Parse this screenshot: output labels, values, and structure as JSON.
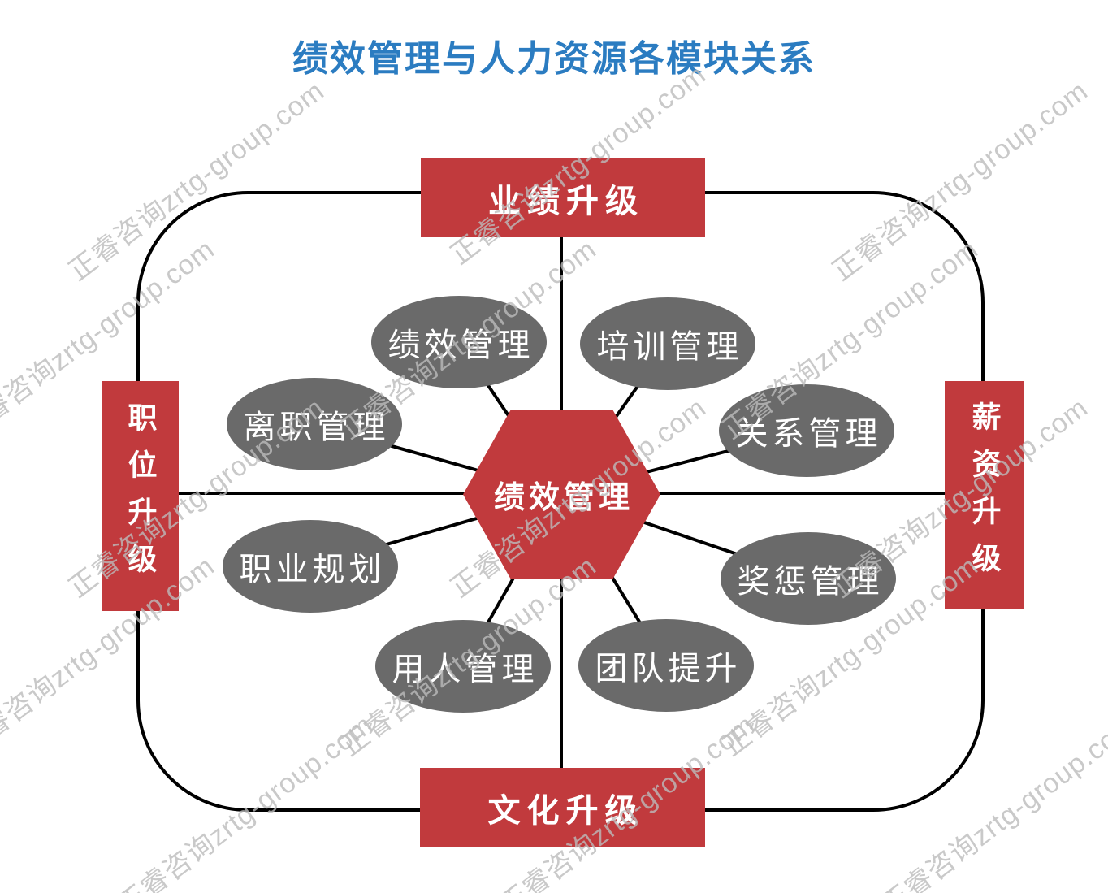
{
  "title": "绩效管理与人力资源各模块关系",
  "center_node": {
    "label": "绩效管理"
  },
  "modules": [
    {
      "label": "绩效管理"
    },
    {
      "label": "培训管理"
    },
    {
      "label": "离职管理"
    },
    {
      "label": "关系管理"
    },
    {
      "label": "职业规划"
    },
    {
      "label": "奖惩管理"
    },
    {
      "label": "用人管理"
    },
    {
      "label": "团队提升"
    }
  ],
  "upgrades": {
    "top": {
      "label": "业绩升级"
    },
    "bottom": {
      "label": "文化升级"
    },
    "left": {
      "label": "职位升级"
    },
    "right": {
      "label": "薪资升级"
    }
  },
  "watermark": {
    "text": "正睿咨询zrtg-group.com"
  },
  "colors": {
    "accent_red": "#c13a3d",
    "node_gray": "#6a6a6a",
    "title_blue": "#2b7cc1",
    "connector_black": "#000000",
    "watermark_gray": "#bbbbbb"
  }
}
